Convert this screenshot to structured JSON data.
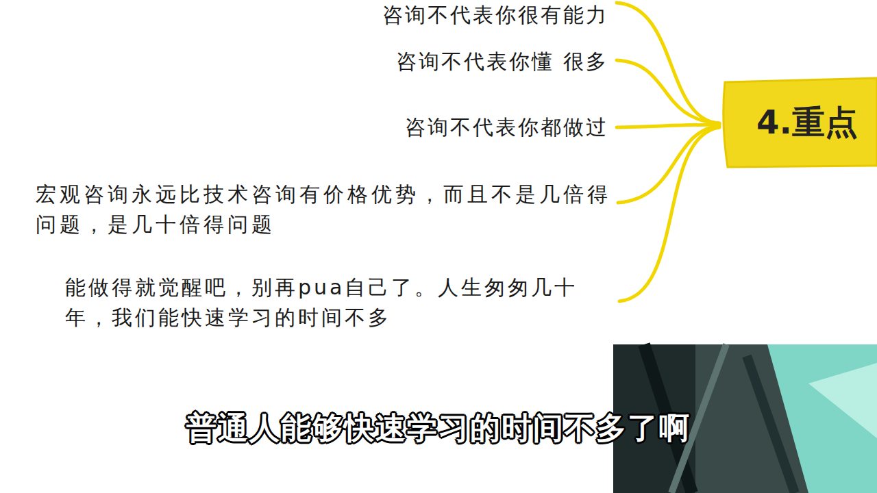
{
  "diagram": {
    "nodes": [
      {
        "text": [
          "4.重点"
        ]
      }
    ],
    "labels": [
      "咨询不代表你很有能力",
      "咨询不代表你懂 很多",
      "咨询不代表你都做过",
      "宏观咨询永远比技术咨询有价格优势，而且不是几倍得问题，是几十倍得问题",
      "能做得就觉醒吧，别再pua自己了。人生匆匆几十年，我们能快速学习的时间不多",
      "普通人能够快速学习的时间不多了啊"
    ]
  }
}
